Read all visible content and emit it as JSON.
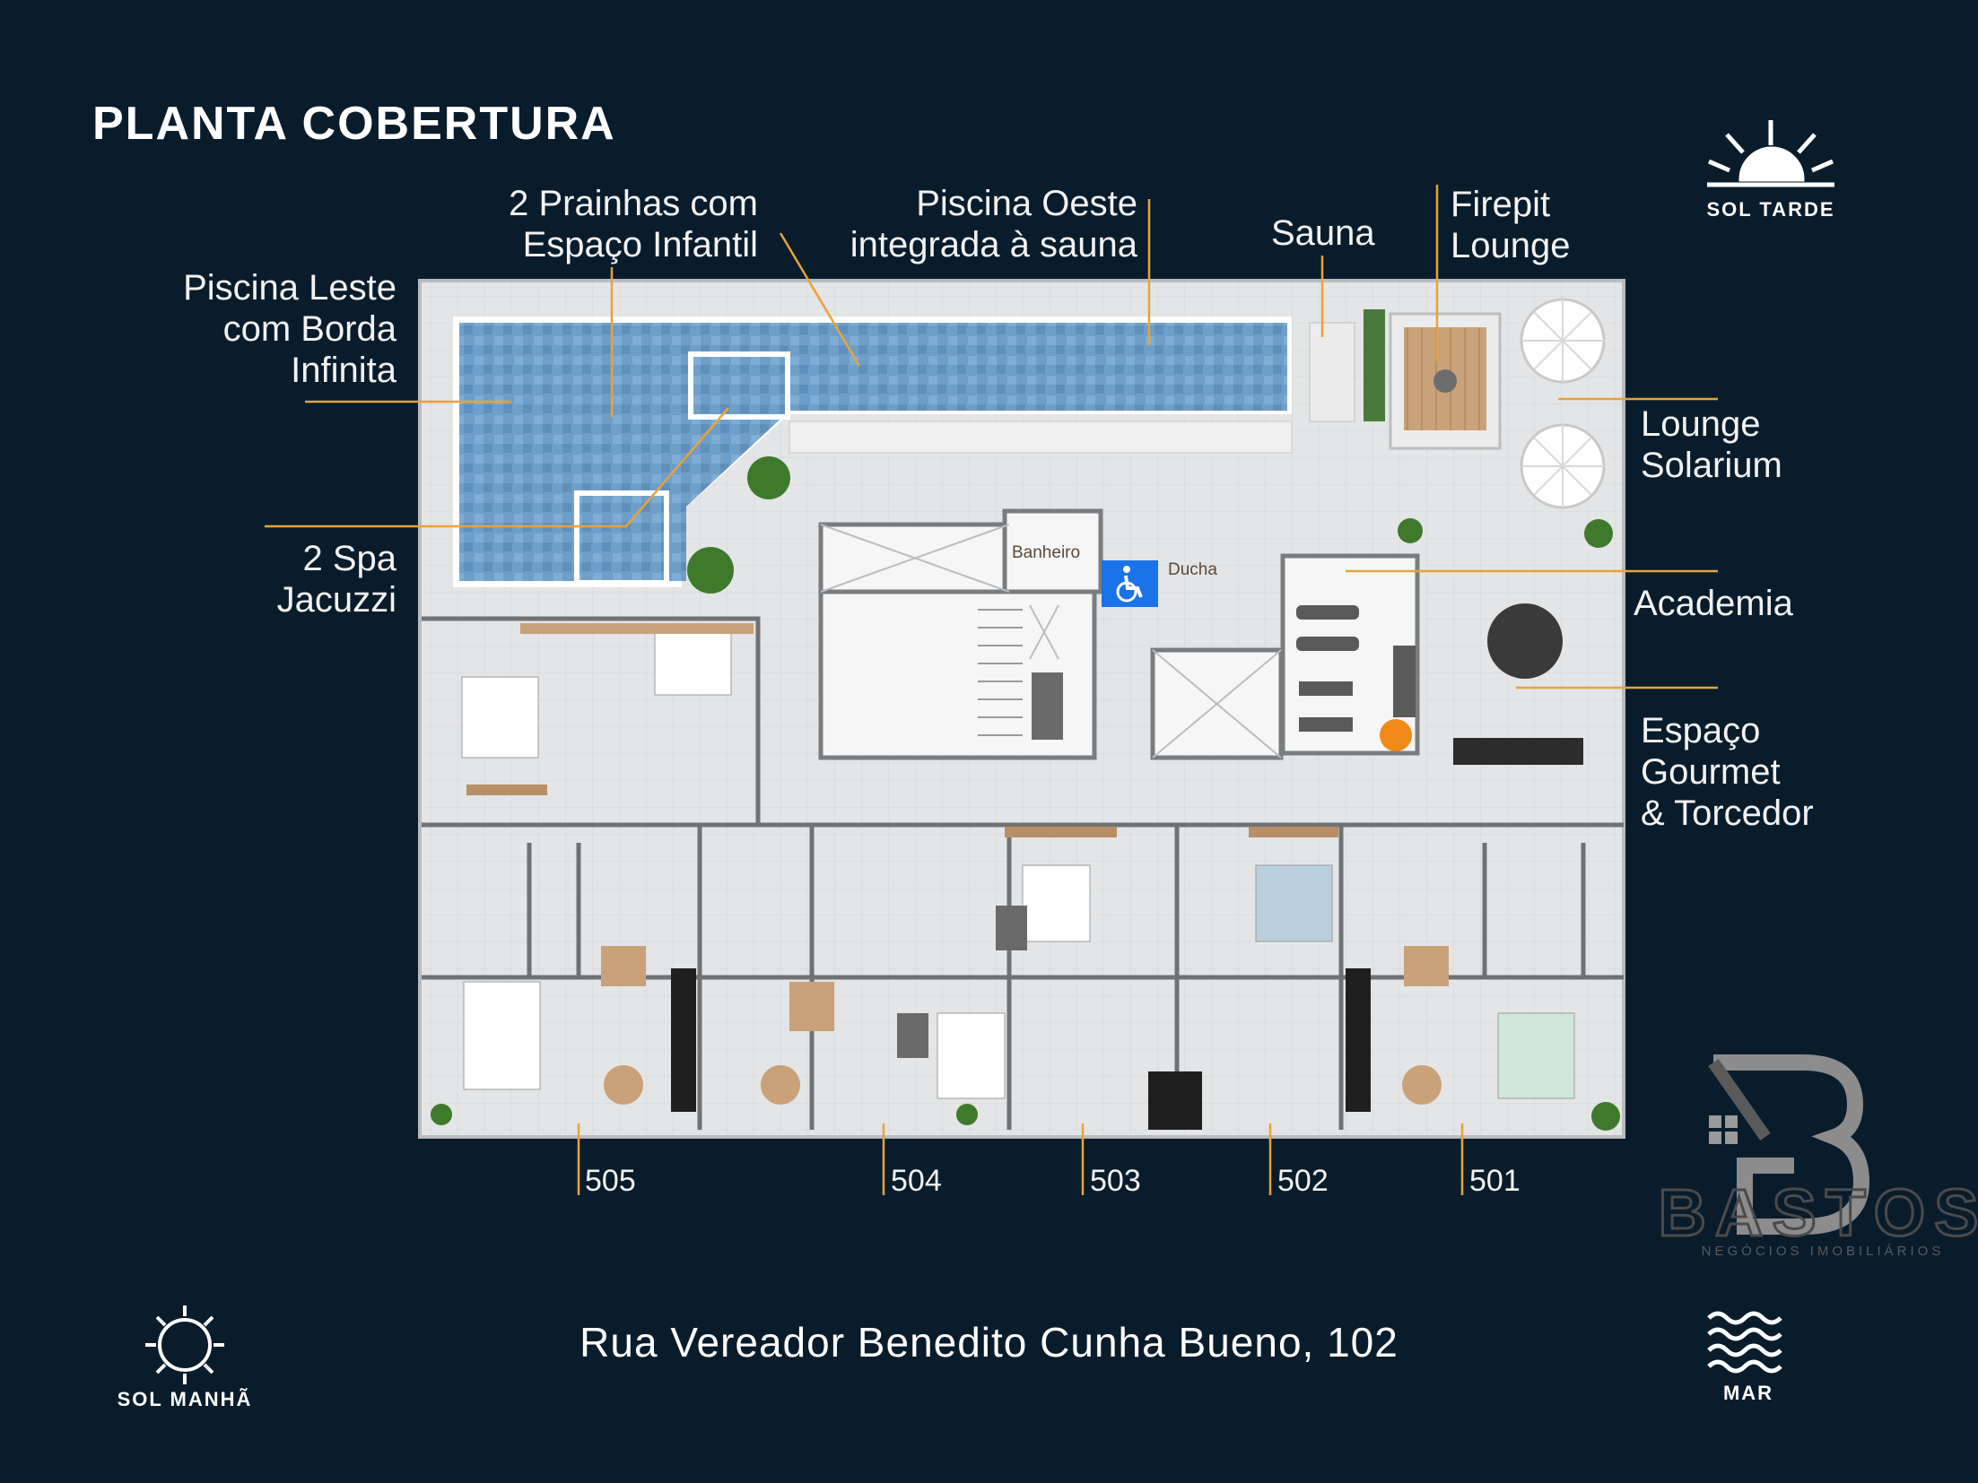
{
  "title": "PLANTA COBERTURA",
  "labels": {
    "piscina_leste": [
      "Piscina Leste",
      "com Borda",
      "Infinita"
    ],
    "prainhas": [
      "2 Prainhas com",
      "Espaço Infantil"
    ],
    "piscina_oeste": [
      "Piscina Oeste",
      "integrada à sauna"
    ],
    "sauna": [
      "Sauna"
    ],
    "firepit": [
      "Firepit",
      "Lounge"
    ],
    "lounge_solarium": [
      "Lounge",
      "Solarium"
    ],
    "spa": [
      "2 Spa",
      "Jacuzzi"
    ],
    "academia": [
      "Academia"
    ],
    "gourmet": [
      "Espaço",
      "Gourmet",
      "& Torcedor"
    ]
  },
  "plan_labels": {
    "banheiro": "Banheiro",
    "ducha": "Ducha"
  },
  "units": [
    "505",
    "504",
    "503",
    "502",
    "501"
  ],
  "address": "Rua Vereador Benedito Cunha Bueno, 102",
  "compass": {
    "sol_tarde": "SOL TARDE",
    "sol_manha": "SOL MANHÃ",
    "mar": "MAR"
  },
  "colors": {
    "background": "#081c2c",
    "leader_line": "#e8a33a",
    "accessibility": "#1a73e8"
  },
  "icons": {
    "sol_tarde": "sunset-icon",
    "sol_manha": "sun-icon",
    "mar": "waves-icon",
    "accessibility": "wheelchair-icon",
    "brand": "bastos-logo"
  }
}
